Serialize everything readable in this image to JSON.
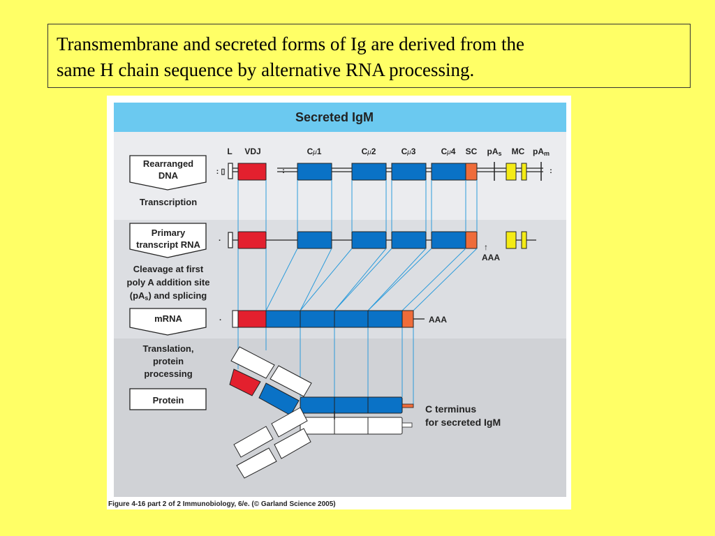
{
  "slide": {
    "title_line1": "Transmembrane and secreted forms of Ig are derived from the",
    "title_line2": "same H chain sequence by alternative RNA processing."
  },
  "figure": {
    "header": "Secreted IgM",
    "gene_labels": {
      "L": "L",
      "VDJ": "VDJ",
      "cmu1_prefix": "C",
      "cmu1_greek": "μ",
      "cmu1_num": "1",
      "cmu2_prefix": "C",
      "cmu2_greek": "μ",
      "cmu2_num": "2",
      "cmu3_prefix": "C",
      "cmu3_greek": "μ",
      "cmu3_num": "3",
      "cmu4_prefix": "C",
      "cmu4_greek": "μ",
      "cmu4_num": "4",
      "SC": "SC",
      "pAs_main": "pA",
      "pAs_sub": "s",
      "MC": "MC",
      "pAm_main": "pA",
      "pAm_sub": "m"
    },
    "steps": {
      "rearranged_line1": "Rearranged",
      "rearranged_line2": "DNA",
      "transcription": "Transcription",
      "primary_line1": "Primary",
      "primary_line2": "transcript RNA",
      "cleavage_line1": "Cleavage at first",
      "cleavage_line2": "poly A addition site",
      "cleavage_line3_a": "(pA",
      "cleavage_line3_sub": "s",
      "cleavage_line3_b": ") and splicing",
      "mrna": "mRNA",
      "translation_line1": "Translation,",
      "translation_line2": "protein",
      "translation_line3": "processing",
      "protein": "Protein"
    },
    "annotations": {
      "primary_arrow": "↑",
      "primary_aaa": "AAA",
      "mrna_aaa": "AAA",
      "c_terminus_line1": "C  terminus",
      "c_terminus_line2": "for secreted IgM"
    },
    "caption": "Figure 4-16 part 2 of 2  Immunobiology, 6/e. (© Garland Science 2005)",
    "colors": {
      "vdj": "#E3202E",
      "constant": "#0A72C6",
      "sc": "#EF6C3A",
      "mc": "#F4EB16",
      "header_bg": "#6BC9F0",
      "band_light": "#EBECEF",
      "band_mid": "#DCDEE2",
      "band_dark": "#D0D2D6"
    }
  }
}
